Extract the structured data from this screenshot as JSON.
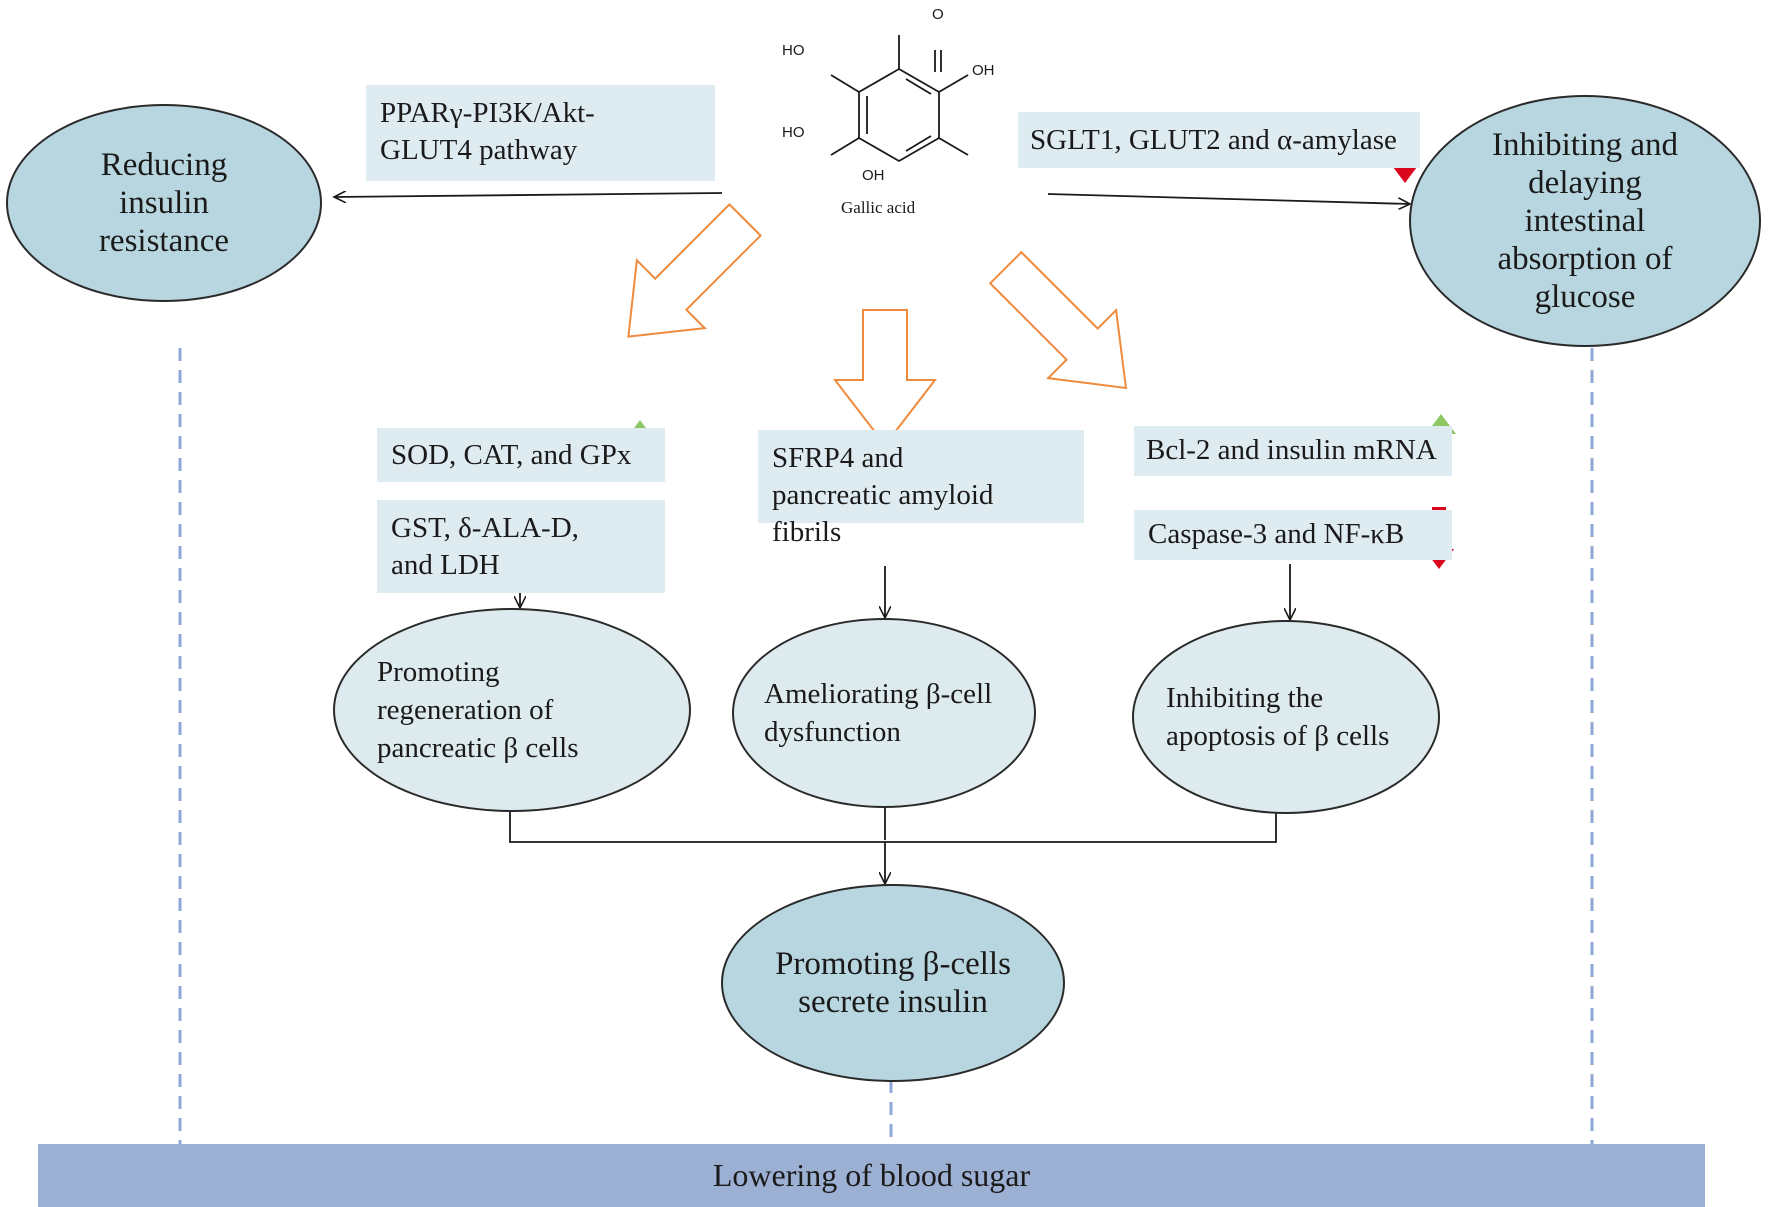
{
  "colors": {
    "up_arrow": "#8dc763",
    "down_arrow": "#d9061e",
    "hollow_arrow": "#f08a3c",
    "box_fill": "#deebf0",
    "big_ellipse_fill": "#b8d6e0",
    "small_ellipse_fill": "#ddeaee",
    "bottom_bar": "#9cb0d4",
    "dashed_line": "#8fa8d8"
  },
  "molecule": {
    "name": "Gallic acid",
    "groups": [
      "HO",
      "HO",
      "OH",
      "O",
      "OH"
    ]
  },
  "boxes": {
    "ppar": "PPARγ-PI3K/Akt-GLUT4 pathway",
    "sglt": "SGLT1, GLUT2 and α-amylase",
    "sod": "SOD, CAT, and GPx",
    "gst": "GST, δ-ALA-D, and LDH",
    "sfrp4": "SFRP4 and pancreatic amyloid fibrils",
    "bcl2": "Bcl-2 and  insulin mRNA",
    "caspase": "Caspase-3 and  NF-κB"
  },
  "ellipses": {
    "insulin_resistance": "Reducing insulin resistance",
    "intestinal": "Inhibiting and delaying intestinal absorption of glucose",
    "regeneration": "Promoting regeneration of pancreatic β cells",
    "dysfunction": "Ameliorating β-cell dysfunction",
    "apoptosis": "Inhibiting the apoptosis of β cells",
    "secrete": "Promoting β-cells secrete insulin"
  },
  "bottom": "Lowering of blood sugar"
}
